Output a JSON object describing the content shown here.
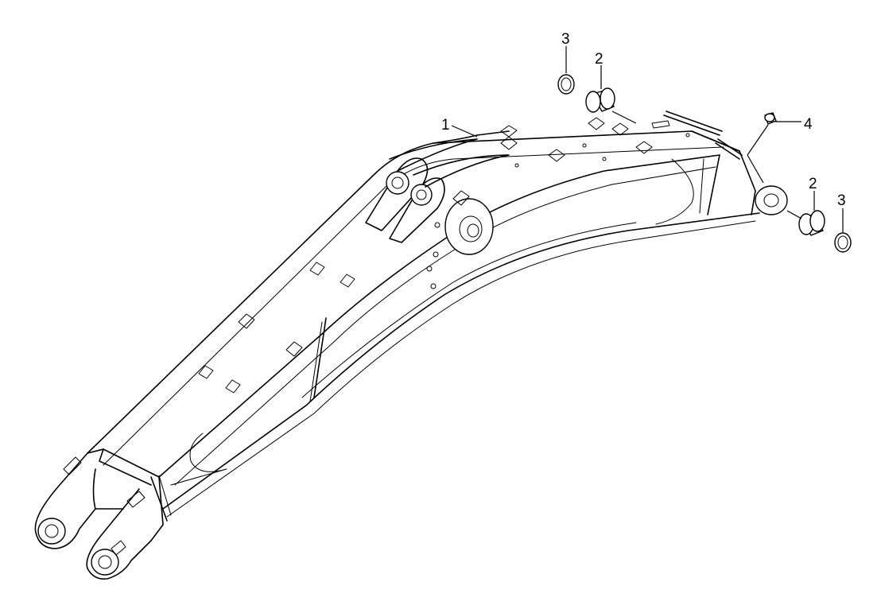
{
  "diagram": {
    "callouts": [
      {
        "id": "c-3-top",
        "number": "3",
        "part": "ring"
      },
      {
        "id": "c-2-top",
        "number": "2",
        "part": "bushing"
      },
      {
        "id": "c-1",
        "number": "1",
        "part": "boom"
      },
      {
        "id": "c-4",
        "number": "4",
        "part": "grease-fitting"
      },
      {
        "id": "c-2-right",
        "number": "2",
        "part": "bushing"
      },
      {
        "id": "c-3-right",
        "number": "3",
        "part": "ring"
      }
    ]
  }
}
